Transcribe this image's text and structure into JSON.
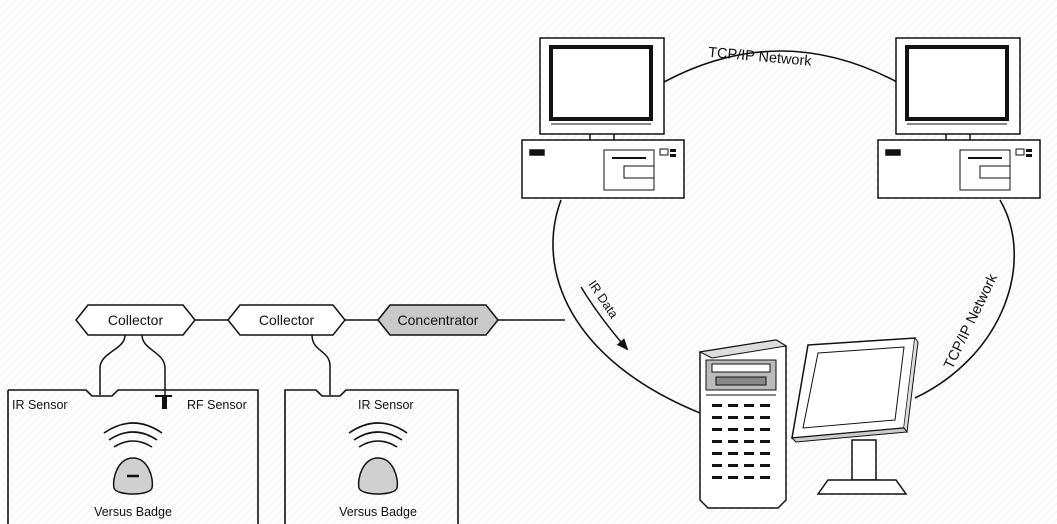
{
  "nodes": {
    "collector_1": "Collector",
    "collector_2": "Collector",
    "concentrator": "Concentrator"
  },
  "rooms": {
    "room_1": {
      "ir_label": "IR Sensor",
      "rf_label": "RF Sensor",
      "badge_label": "Versus Badge"
    },
    "room_2": {
      "ir_label": "IR Sensor",
      "badge_label": "Versus Badge"
    }
  },
  "links": {
    "top_network": "TCP/IP Network",
    "right_network": "TCP/IP Network",
    "ir_data": "IR Data"
  },
  "colors": {
    "line": "#111111",
    "concentrator_fill": "#c9c9c9",
    "badge_fill": "#d0d0d0",
    "screen_fill": "#ffffff"
  },
  "icons": {
    "workstation_left": "desktop-computer-icon",
    "workstation_right": "desktop-computer-icon",
    "server": "server-tower-icon",
    "monitor": "monitor-icon"
  }
}
